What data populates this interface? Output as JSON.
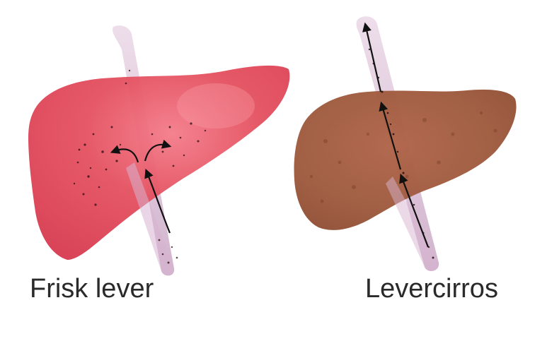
{
  "captions": {
    "healthy": "Frisk lever",
    "cirrhosis": "Levercirros"
  },
  "colors": {
    "healthy_liver": "#e0465a",
    "healthy_liver_highlight": "#f27a86",
    "cirrhotic_liver": "#a0583e",
    "cirrhotic_liver_dark": "#8a4a32",
    "vessel": "#c8a6c4",
    "arrow": "#111111",
    "background": "#ffffff"
  },
  "icons": {
    "healthy": "healthy-liver-illustration",
    "cirrhosis": "cirrhotic-liver-illustration"
  }
}
